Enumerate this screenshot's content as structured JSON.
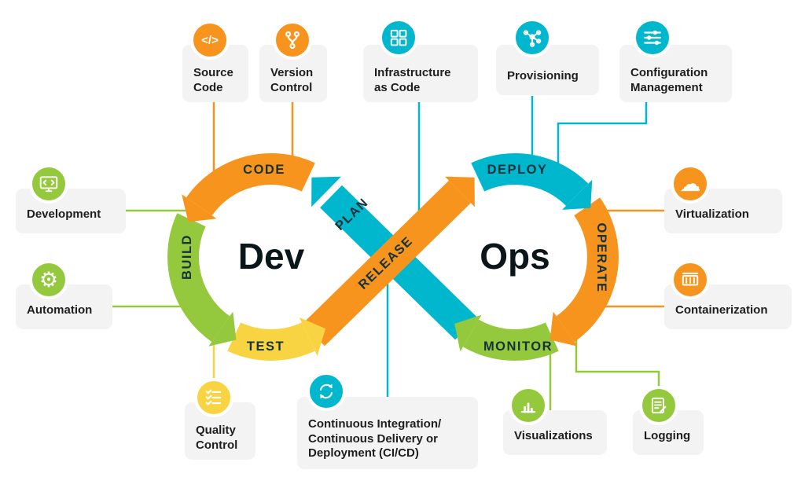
{
  "titles": {
    "dev": "Dev",
    "ops": "Ops"
  },
  "loop": {
    "plan": "PLAN",
    "code": "CODE",
    "build": "BUILD",
    "test": "TEST",
    "release": "RELEASE",
    "deploy": "DEPLOY",
    "operate": "OPERATE",
    "monitor": "MONITOR"
  },
  "colors": {
    "orange": "#F7941E",
    "cyan": "#00B7CE",
    "green": "#95C93D",
    "yellow": "#F9D442",
    "card_bg": "#F3F3F3",
    "text_dark": "#1E1E1E",
    "label_dark": "#16323A"
  },
  "cards": {
    "source_code": {
      "lines": [
        "Source",
        "Code"
      ],
      "icon": "code-brackets-icon"
    },
    "version_control": {
      "lines": [
        "Version",
        "Control"
      ],
      "icon": "version-branch-icon"
    },
    "infrastructure_as_code": {
      "lines": [
        "Infrastructure",
        "as Code"
      ],
      "icon": "infrastructure-blocks-icon"
    },
    "provisioning": {
      "lines": [
        "Provisioning"
      ],
      "icon": "network-nodes-icon"
    },
    "configuration_management": {
      "lines": [
        "Configuration",
        "Management"
      ],
      "icon": "sliders-icon"
    },
    "development": {
      "lines": [
        "Development"
      ],
      "icon": "monitor-code-icon"
    },
    "automation": {
      "lines": [
        "Automation"
      ],
      "icon": "gear-icon"
    },
    "virtualization": {
      "lines": [
        "Virtualization"
      ],
      "icon": "cloud-icon"
    },
    "containerization": {
      "lines": [
        "Containerization"
      ],
      "icon": "container-icon"
    },
    "quality_control": {
      "lines": [
        "Quality",
        "Control"
      ],
      "icon": "checklist-icon"
    },
    "cicd": {
      "lines": [
        "Continuous Integration/",
        "Continuous Delivery or",
        "Deployment (CI/CD)"
      ],
      "icon": "sync-arrows-icon"
    },
    "visualizations": {
      "lines": [
        "Visualizations"
      ],
      "icon": "bar-chart-icon"
    },
    "logging": {
      "lines": [
        "Logging"
      ],
      "icon": "log-document-icon"
    }
  },
  "icons": {
    "source_code_glyph": "</>",
    "gear_glyph": "⚙",
    "cloud_glyph": "☁"
  }
}
